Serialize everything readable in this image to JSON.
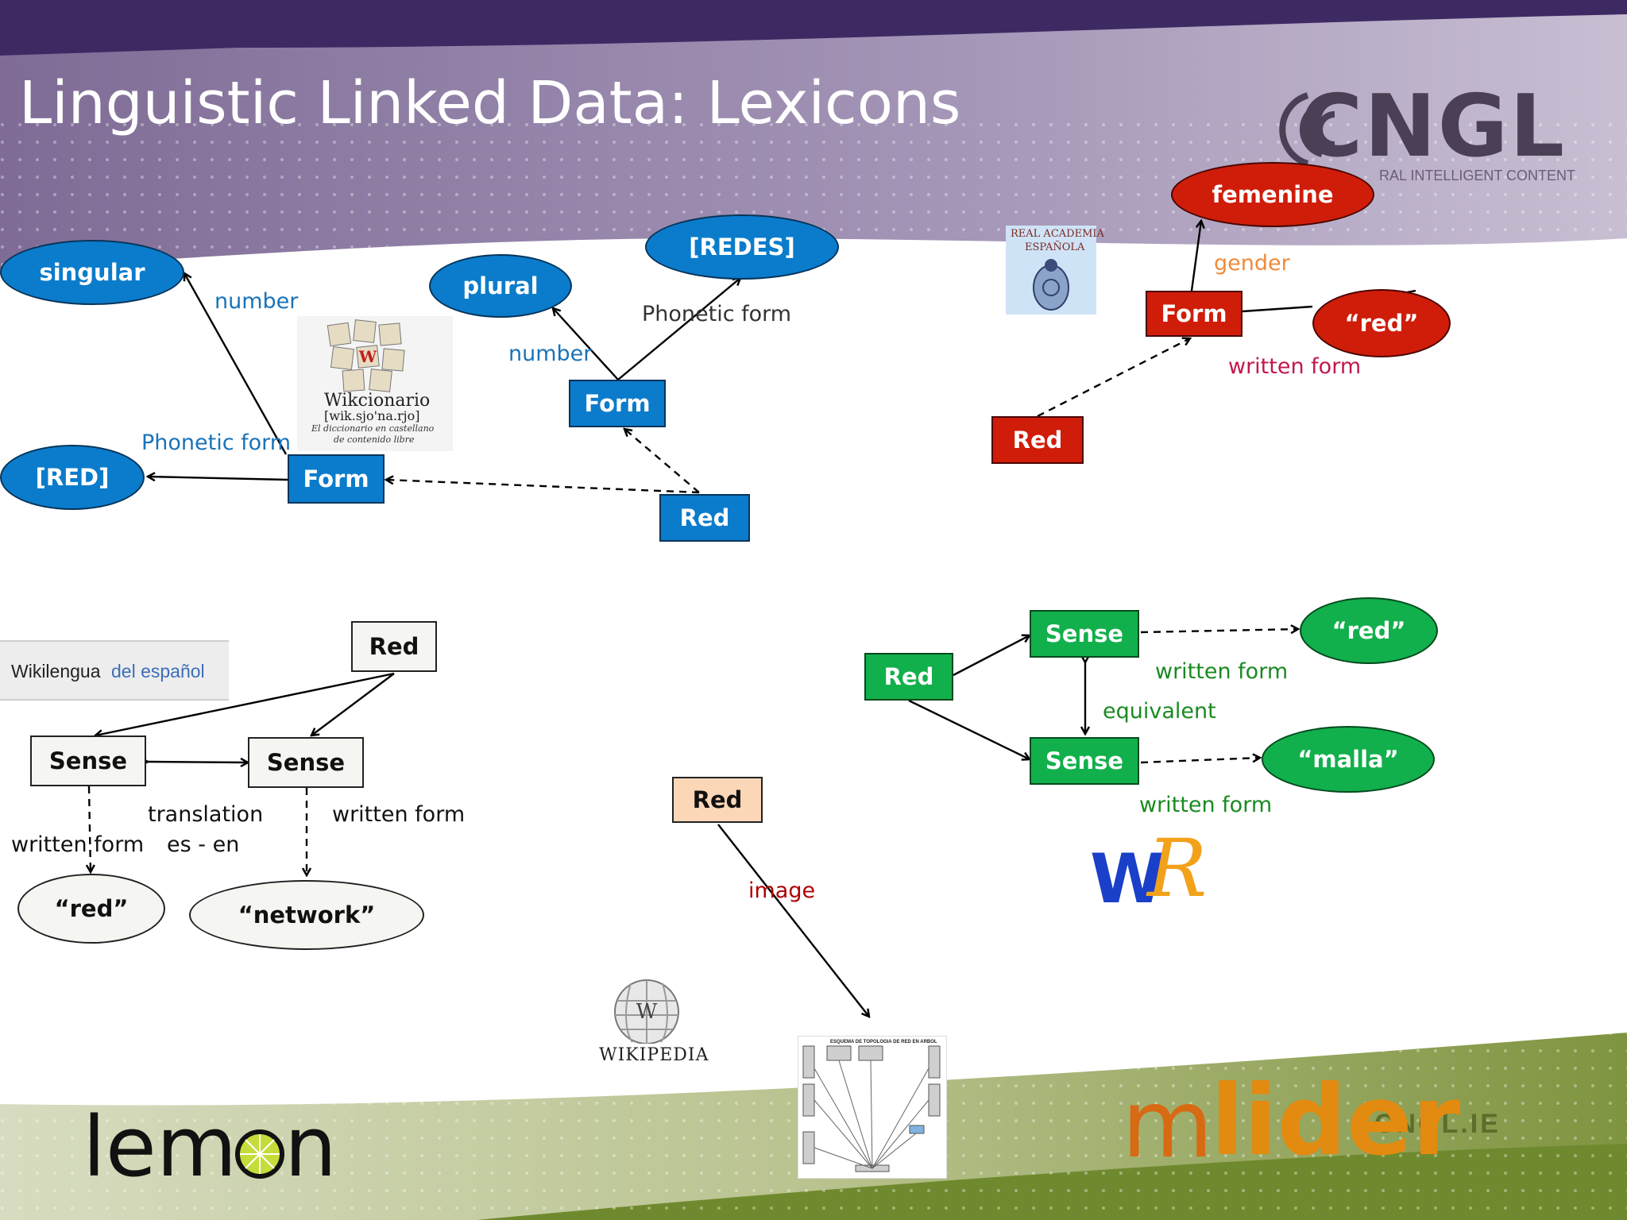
{
  "slide": {
    "title": "Linguistic Linked Data: Lexicons"
  },
  "colors": {
    "header_purple": "#8c7ba3",
    "node_blue": "#0b7ccb",
    "node_red": "#cf1d0a",
    "node_green": "#12b04c",
    "node_white": "#f5f5f2",
    "node_peach": "#fbd7b8",
    "label_blue": "#1a73b8",
    "label_orange": "#f08a3a",
    "label_crimson": "#c2184c",
    "label_green": "#1a8a20",
    "label_darkred": "#b00000"
  },
  "wiktionary_graph": {
    "nodes": {
      "singular": "singular",
      "red_phonetic": "[RED]",
      "form1": "Form",
      "plural": "plural",
      "redes_phonetic": "[REDES]",
      "form2": "Form",
      "red": "Red"
    },
    "edges": {
      "number1": "number",
      "phonetic1": "Phonetic form",
      "number2": "number",
      "phonetic2": "Phonetic form"
    }
  },
  "rae_graph": {
    "nodes": {
      "femenine": "femenine",
      "form": "Form",
      "red_literal": "“red”",
      "red": "Red"
    },
    "edges": {
      "gender": "gender",
      "written_form": "written form"
    }
  },
  "wikilengua_graph": {
    "nodes": {
      "red": "Red",
      "sense1": "Sense",
      "sense2": "Sense",
      "red_literal": "“red”",
      "network_literal": "“network”"
    },
    "edges": {
      "translation": "translation",
      "translation_langs": "es - en",
      "written_form1": "written form",
      "written_form2": "written form"
    }
  },
  "wordreference_graph": {
    "nodes": {
      "red": "Red",
      "sense1": "Sense",
      "sense2": "Sense",
      "red_literal": "“red”",
      "malla_literal": "“malla”"
    },
    "edges": {
      "written_form1": "written form",
      "equivalent": "equivalent",
      "written_form2": "written form"
    }
  },
  "wikipedia_graph": {
    "nodes": {
      "red": "Red"
    },
    "edges": {
      "image": "image"
    }
  },
  "logos": {
    "cngl": "CNGL",
    "cngl_tagline": "RAL INTELLIGENT CONTENT",
    "rae_line1": "REAL ACADEMIA",
    "rae_line2": "ESPAÑOLA",
    "wikcionario_name": "Wikcionario",
    "wikcionario_ipa": "[wik.sjo'na.rjo]",
    "wikcionario_tagline1": "El diccionario en castellano",
    "wikcionario_tagline2": "de contenido libre",
    "wikilengua_a": "Wikilengua",
    "wikilengua_b": "del español",
    "wr_w": "W",
    "wr_r": "R",
    "wikipedia": "WIKIPEDIA",
    "lemon_a": "lem",
    "lemon_b": "n",
    "mlider_m": "m",
    "mlider_lider": "lider",
    "cngl_url": "CNGL.IE",
    "network_image_caption": "ESQUEMA DE TOPOLOGIA DE RED EN ARBOL"
  }
}
